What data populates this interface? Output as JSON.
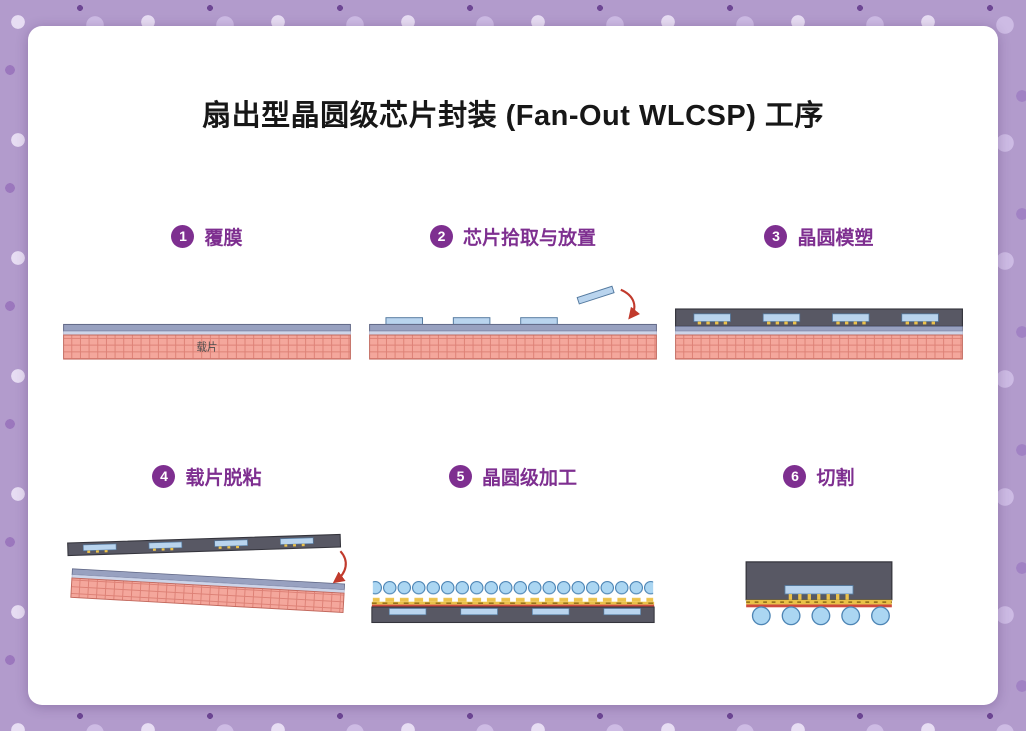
{
  "page": {
    "title": "扇出型晶圆级芯片封装 (Fan-Out WLCSP) 工序"
  },
  "labels": {
    "carrier": "载片"
  },
  "steps": [
    {
      "number": "1",
      "label": "覆膜"
    },
    {
      "number": "2",
      "label": "芯片拾取与放置"
    },
    {
      "number": "3",
      "label": "晶圆模塑"
    },
    {
      "number": "4",
      "label": "载片脱粘"
    },
    {
      "number": "5",
      "label": "晶圆级加工"
    },
    {
      "number": "6",
      "label": "切割"
    }
  ],
  "colors": {
    "accent": "#7e2f90",
    "title_text": "#171717",
    "card_white": "#ffffff",
    "background_purple": "#b29bcc",
    "carrier_pink": "#f4a79c",
    "carrier_grid": "#dd8176",
    "adhesive_gray": "#98a1c0",
    "adhesive_light": "#cdd4e8",
    "mold_gray": "#585864",
    "chip_blue": "#b9d4ee",
    "solder_ball_blue": "#abd6f2",
    "rdl_yellow": "#e9c148",
    "arrow_red": "#c13a2c"
  }
}
